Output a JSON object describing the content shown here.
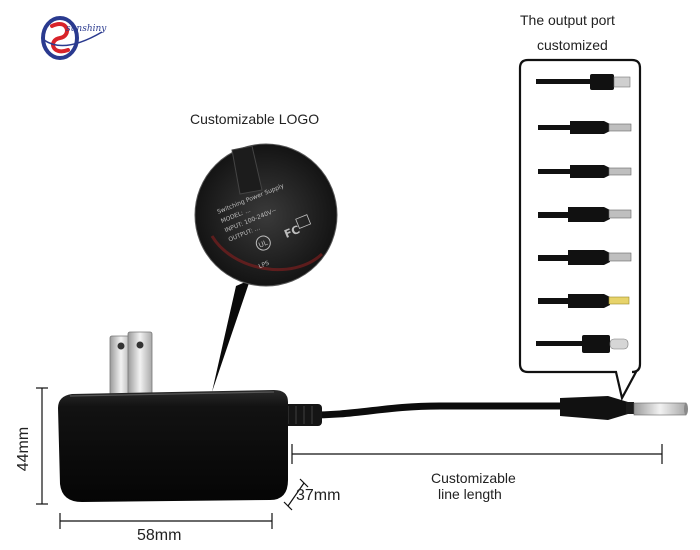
{
  "brand": {
    "name": "sunshiny"
  },
  "labels": {
    "logo_caption": "Customizable LOGO",
    "output_title_line1": "The output port",
    "output_title_line2": "customized",
    "cable_line1": "Customizable",
    "cable_line2": "line length"
  },
  "dimensions": {
    "height": "44mm",
    "depth": "37mm",
    "width": "58mm"
  },
  "label_plate": {
    "line1": "Switching Power Supply",
    "line2": "MODEL: ...",
    "line3": "INPUT: 100-240V~",
    "line4": "OUTPUT: ...",
    "cert1": "FC",
    "cert2": "UL",
    "cert3": "LPS"
  },
  "connector_types": [
    "micro-usb",
    "dc-plug",
    "dc-plug",
    "dc-plug",
    "dc-plug",
    "dc-plug-gold",
    "usb-c"
  ],
  "colors": {
    "device": "#111111",
    "brand_blue": "#2a3a8f",
    "brand_red": "#d8232a"
  }
}
